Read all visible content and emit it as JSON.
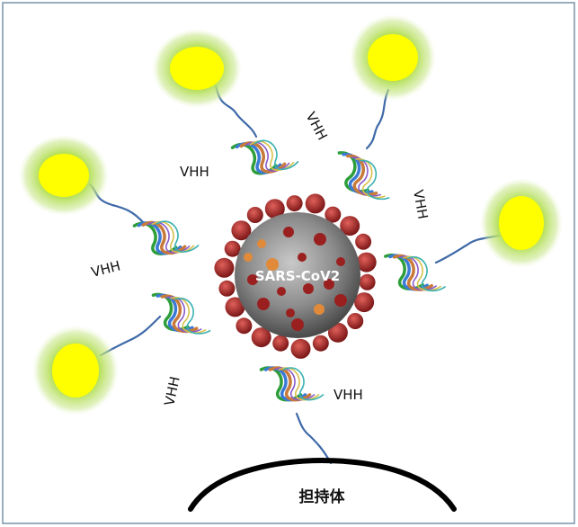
{
  "labels": {
    "virus": "SARS-CoV2",
    "antibody": "VHH",
    "support": "担持体"
  },
  "colors": {
    "border": "#7a93a8",
    "glow_outer": "#9fd14a",
    "glow_core": "#ffff00",
    "tether": "#3f6aa8",
    "virus_body": "#8f8f8f",
    "virus_spike": "#a52a2a",
    "support_arc": "#000000"
  },
  "icons": {
    "fluorescent_probe": "glowing-yellow-ellipse",
    "nanobody": "protein-ribbon",
    "virus": "coronavirus-particle"
  }
}
